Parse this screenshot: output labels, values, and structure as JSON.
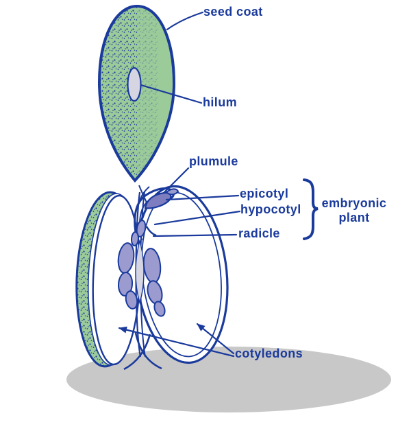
{
  "diagram": {
    "subject": "seed cross-section",
    "labels": {
      "seed_coat": "seed coat",
      "hilum": "hilum",
      "plumule": "plumule",
      "epicotyl": "epicotyl",
      "hypocotyl": "hypocotyl",
      "radicle": "radicle",
      "embryonic_plant_line1": "embryonic",
      "embryonic_plant_line2": "plant",
      "cotyledons": "cotyledons"
    },
    "colors": {
      "navy": "#1a3a9c",
      "green": "#9ccb9a",
      "purple": "#9b9bd0",
      "purple-dark": "#7d7dc0",
      "lightgray": "#d6d6e2",
      "shadow": "#c8c8c8"
    }
  }
}
